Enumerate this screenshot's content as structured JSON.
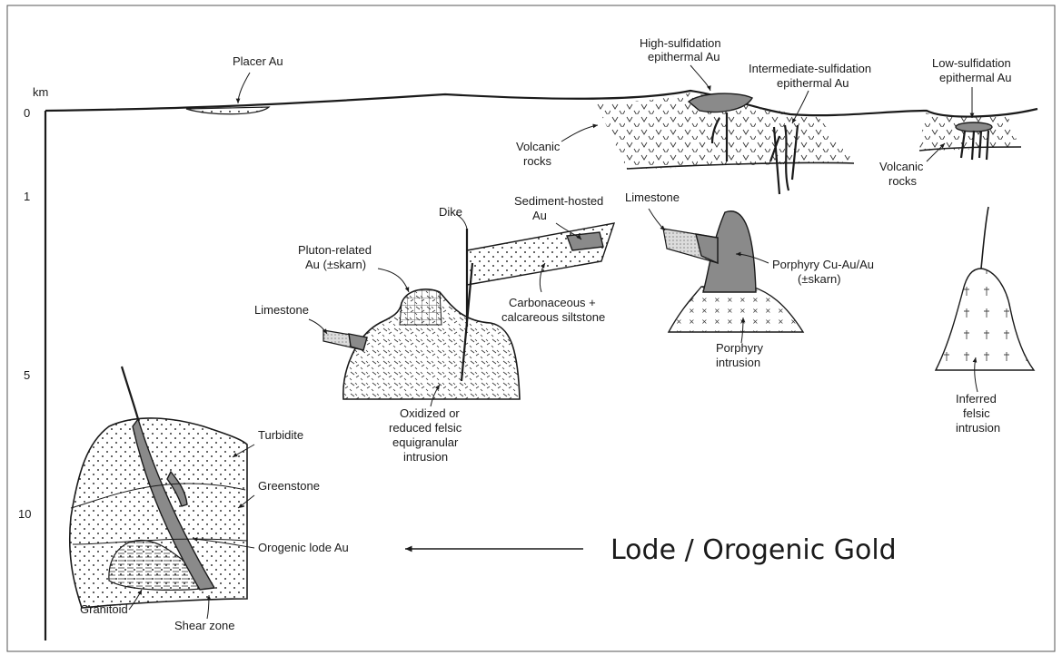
{
  "axis": {
    "unit": "km",
    "ticks": [
      "0",
      "1",
      "5",
      "10"
    ]
  },
  "labels": {
    "placer": "Placer Au",
    "high_sulf_1": "High-sulfidation",
    "high_sulf_2": "epithermal Au",
    "inter_sulf_1": "Intermediate-sulfidation",
    "inter_sulf_2": "epithermal Au",
    "low_sulf_1": "Low-sulfidation",
    "low_sulf_2": "epithermal Au",
    "volcanic_a_1": "Volcanic",
    "volcanic_a_2": "rocks",
    "volcanic_b_1": "Volcanic",
    "volcanic_b_2": "rocks",
    "dike": "Dike",
    "sed_hosted_1": "Sediment-hosted",
    "sed_hosted_2": "Au",
    "limestone_right": "Limestone",
    "pluton_1": "Pluton-related",
    "pluton_2": "Au (±skarn)",
    "carbonaceous_1": "Carbonaceous +",
    "carbonaceous_2": "calcareous siltstone",
    "porphyry_cu_1": "Porphyry Cu-Au/Au",
    "porphyry_cu_2": "(±skarn)",
    "limestone_left": "Limestone",
    "porphyry_int_1": "Porphyry",
    "porphyry_int_2": "intrusion",
    "oxidized_1": "Oxidized or",
    "oxidized_2": "reduced felsic",
    "oxidized_3": "equigranular",
    "oxidized_4": "intrusion",
    "inferred_1": "Inferred",
    "inferred_2": "felsic",
    "inferred_3": "intrusion",
    "turbidite": "Turbidite",
    "greenstone": "Greenstone",
    "orogenic": "Orogenic lode Au",
    "granitoid": "Granitoid",
    "shear": "Shear zone",
    "callout": "Lode / Orogenic Gold"
  }
}
